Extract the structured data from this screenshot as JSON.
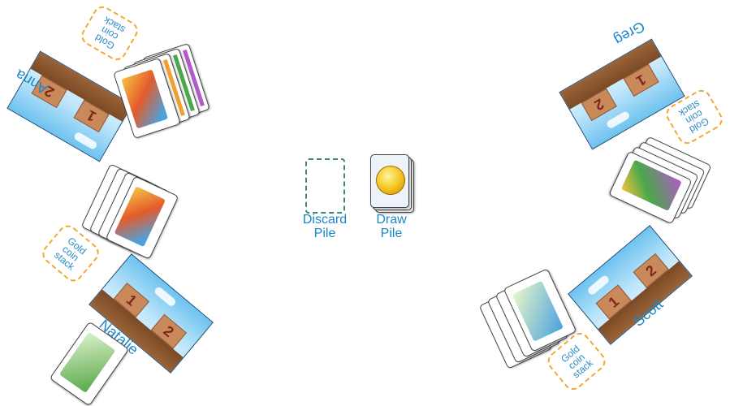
{
  "players": {
    "anna": {
      "name": "Anna",
      "coin_stack": "Gold\ncoin\nstack"
    },
    "greg": {
      "name": "Greg",
      "coin_stack": "Gold\ncoin\nstack"
    },
    "natalie": {
      "name": "Natalie",
      "coin_stack": "Gold\ncoin\nstack"
    },
    "scott": {
      "name": "Scott",
      "coin_stack": "Gold\ncoin\nstack"
    }
  },
  "board_slots": [
    "1",
    "2"
  ],
  "center": {
    "discard_label": "Discard\nPile",
    "draw_label": "Draw\nPile"
  },
  "colors": {
    "accent_text": "#1a86c8",
    "coin_outline": "#f2a72c",
    "discard_outline": "#3a8a6e"
  },
  "icons": [
    "gold-coin-icon"
  ]
}
